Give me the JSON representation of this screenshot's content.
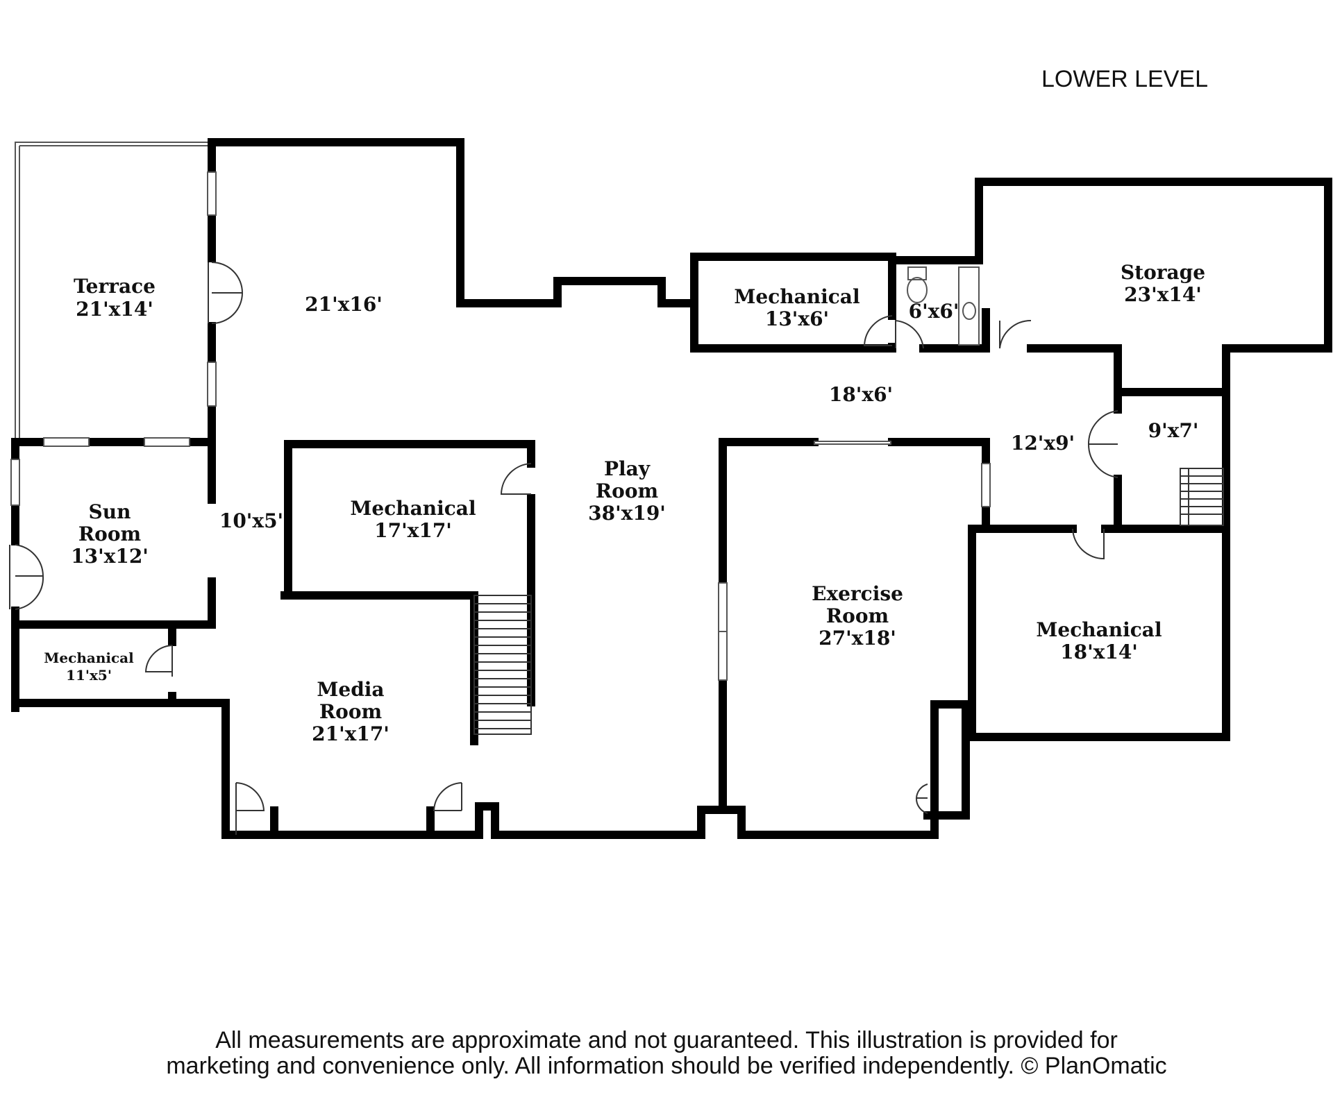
{
  "level_title": "LOWER LEVEL",
  "rooms": {
    "terrace": {
      "name": "Terrace",
      "size": "21'x14'"
    },
    "unnamed_21x16": {
      "size": "21'x16'"
    },
    "sun_room": {
      "name_line1": "Sun",
      "name_line2": "Room",
      "size": "13'x12'"
    },
    "hall_10x5": {
      "size": "10'x5'"
    },
    "mech_11x5": {
      "name": "Mechanical",
      "size": "11'x5'"
    },
    "mech_17x17": {
      "name": "Mechanical",
      "size": "17'x17'"
    },
    "media_room": {
      "name_line1": "Media",
      "name_line2": "Room",
      "size": "21'x17'"
    },
    "play_room": {
      "name_line1": "Play",
      "name_line2": "Room",
      "size": "38'x19'"
    },
    "mech_13x6": {
      "name": "Mechanical",
      "size": "13'x6'"
    },
    "bath_6x6": {
      "size": "6'x6'"
    },
    "hall_18x6": {
      "size": "18'x6'"
    },
    "storage": {
      "name": "Storage",
      "size": "23'x14'"
    },
    "hall_12x9": {
      "size": "12'x9'"
    },
    "closet_9x7": {
      "size": "9'x7'"
    },
    "exercise_room": {
      "name_line1": "Exercise",
      "name_line2": "Room",
      "size": "27'x18'"
    },
    "mech_18x14": {
      "name": "Mechanical",
      "size": "18'x14'"
    }
  },
  "disclaimer": {
    "line1": "All measurements are approximate and not guaranteed. This illustration is provided for",
    "line2": "marketing and convenience only. All information should be verified independently. © PlanOmatic"
  }
}
